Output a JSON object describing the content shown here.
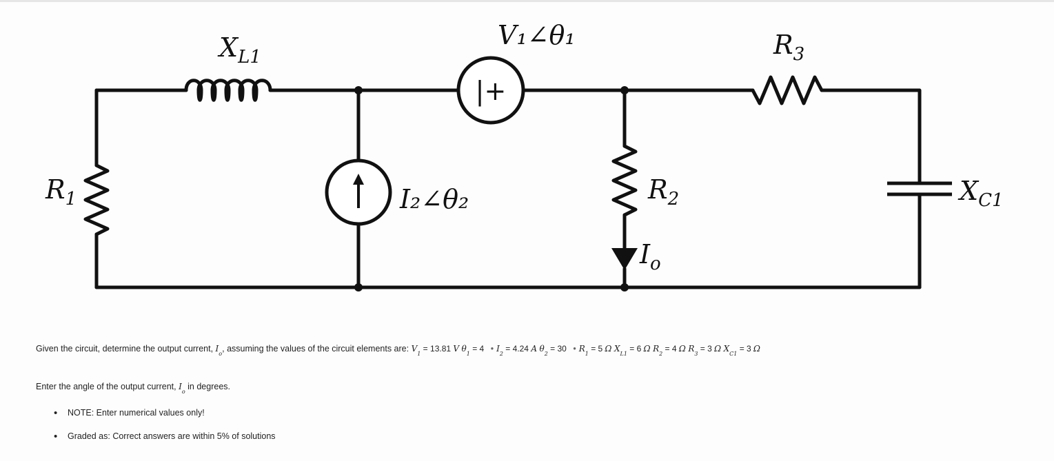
{
  "circuit": {
    "labels": {
      "inductor": {
        "main": "X",
        "sub": "L1"
      },
      "voltage_source": {
        "text": "V₁∠θ₁"
      },
      "voltage_symbol": "|+",
      "resistor_3": {
        "main": "R",
        "sub": "3"
      },
      "resistor_1": {
        "main": "R",
        "sub": "1"
      },
      "current_source": {
        "text": "I₂∠θ₂"
      },
      "resistor_2": {
        "main": "R",
        "sub": "2"
      },
      "capacitor": {
        "main": "X",
        "sub": "C1"
      },
      "output_current": {
        "main": "I",
        "sub": "o"
      }
    }
  },
  "problem": {
    "intro": "Given the circuit, determine the output current, ",
    "io_main": "I",
    "io_sub": "o",
    "middle": ", assuming the values of the circuit elements are: ",
    "values": [
      {
        "sym": "V",
        "sub": "1",
        "val": " = 13.81 ",
        "unit": "V"
      },
      {
        "sym": "θ",
        "sub": "1",
        "val": " = 4",
        "unit": ""
      },
      {
        "sym": "I",
        "sub": "2",
        "val": " = 4.24 ",
        "unit": "A"
      },
      {
        "sym": "θ",
        "sub": "2",
        "val": " = 30",
        "unit": ""
      },
      {
        "sym": "R",
        "sub": "1",
        "val": " = 5 ",
        "unit": "Ω"
      },
      {
        "sym": "X",
        "sub": "L1",
        "val": " = 6 ",
        "unit": "Ω"
      },
      {
        "sym": "R",
        "sub": "2",
        "val": " = 4 ",
        "unit": "Ω"
      },
      {
        "sym": "R",
        "sub": "3",
        "val": " = 3 ",
        "unit": "Ω"
      },
      {
        "sym": "X",
        "sub": "C1",
        "val": " = 3 ",
        "unit": "Ω"
      }
    ],
    "bullet": "•"
  },
  "prompt": {
    "before": "Enter the angle of the output current, ",
    "io_main": "I",
    "io_sub": "o",
    "after": " in degrees."
  },
  "notes": [
    "NOTE: Enter numerical values only!",
    "Graded as: Correct answers are within 5% of solutions"
  ]
}
